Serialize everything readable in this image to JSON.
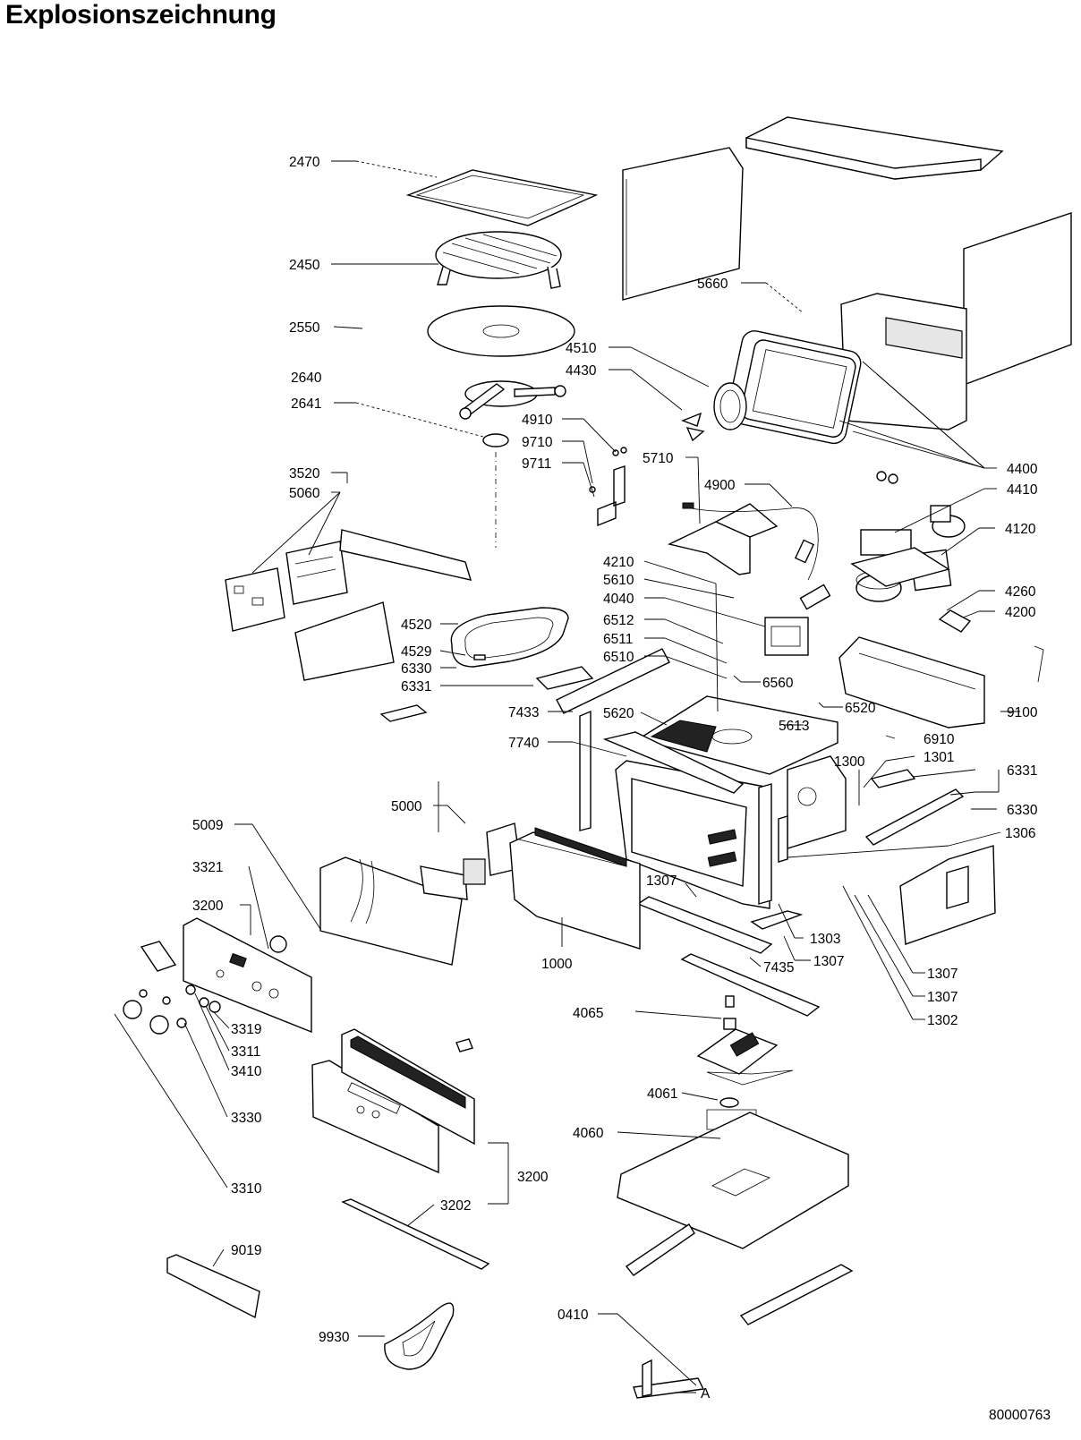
{
  "title": "Explosionszeichnung",
  "document_number": "80000763",
  "part_labels": [
    "2470",
    "2450",
    "2550",
    "2640",
    "2641",
    "5660",
    "4510",
    "4430",
    "4910",
    "9710",
    "9711",
    "5710",
    "4900",
    "4400",
    "4410",
    "4120",
    "3520",
    "5060",
    "4210",
    "5610",
    "4040",
    "4260",
    "4200",
    "6512",
    "6511",
    "6510",
    "4520",
    "4529",
    "6330",
    "6331",
    "6560",
    "6520",
    "9100",
    "7433",
    "5620",
    "5613",
    "6910",
    "7740",
    "1300",
    "1301",
    "6331",
    "6330",
    "1306",
    "5009",
    "5000",
    "3321",
    "3200",
    "1307",
    "1303",
    "1000",
    "7435",
    "1307",
    "1307",
    "1307",
    "1302",
    "3319",
    "3311",
    "3410",
    "4065",
    "3330",
    "4061",
    "4060",
    "3310",
    "3200",
    "3202",
    "9019",
    "9930",
    "0410",
    "A"
  ]
}
